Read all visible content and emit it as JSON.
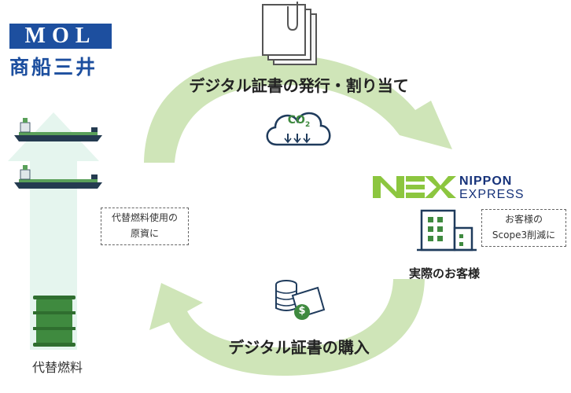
{
  "logo_mol": {
    "text": "MOL",
    "subtitle": "商船三井",
    "color": "#1d4f9f"
  },
  "logo_nx": {
    "line1": "NIPPON",
    "line2": "EXPRESS",
    "mark_color": "#8cc63f",
    "text_color": "#16327a"
  },
  "titles": {
    "issuance": "デジタル証書の発行・割り当て",
    "purchase": "デジタル証書の購入"
  },
  "notes": {
    "left_line1": "代替燃料使用の",
    "left_line2": "原資に",
    "right_line1": "お客様の",
    "right_line2": "Scope3削減に"
  },
  "customer_label": "実際のお客様",
  "fuel_label": "代替燃料",
  "co2_label": "CO",
  "co2_sub": "2",
  "coin_symbol": "$",
  "colors": {
    "arrow": "#cfe5b8",
    "accent_green": "#3f8a3f",
    "icon_navy": "#1f3b5c",
    "column_fill": "#e5f5ee"
  }
}
